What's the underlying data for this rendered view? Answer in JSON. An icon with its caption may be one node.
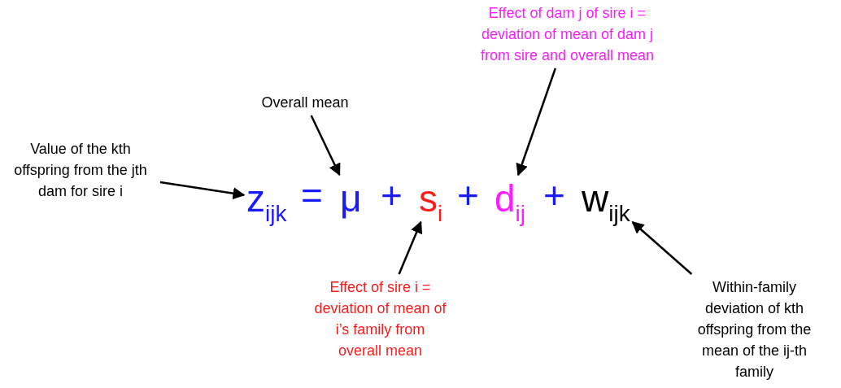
{
  "diagram": {
    "nodes": [
      {
        "text": [
          "Value of the kth offspring from the jth dam for sire i"
        ]
      },
      {
        "text": [
          "Overall mean"
        ]
      },
      {
        "text": [
          "Effect of dam j of sire i = deviation of mean of dam j from sire and overall mean"
        ]
      },
      {
        "text": [
          "z$_{ijk}$"
        ]
      },
      {
        "text": [
          "μ"
        ]
      },
      {
        "text": [
          "s$_{i}$"
        ]
      },
      {
        "text": [
          "d$_{ij}$"
        ]
      },
      {
        "text": [
          "w$_{ijk}$"
        ]
      },
      {
        "text": [
          "Effect of sire i = deviation of mean of i’s family from overall mean"
        ]
      },
      {
        "text": [
          "Within-family deviation of kth offspring from the mean of the ij-th family"
        ]
      }
    ],
    "edges": [
      {
        "from": 0,
        "to": 3,
        "arrow": "to"
      },
      {
        "from": 1,
        "to": 4,
        "arrow": "to"
      },
      {
        "from": 2,
        "to": 6,
        "arrow": "to"
      },
      {
        "from": 8,
        "to": 5,
        "arrow": "to"
      },
      {
        "from": 9,
        "to": 7,
        "arrow": "to"
      }
    ],
    "labels": [
      "=",
      "+",
      "+",
      "+"
    ]
  }
}
